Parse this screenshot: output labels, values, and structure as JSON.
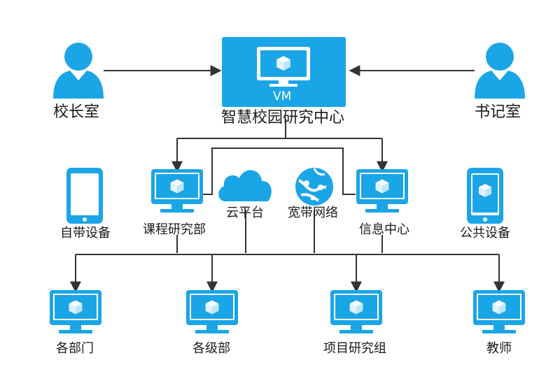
{
  "diagram": {
    "colors": {
      "accent": "#1aa5e6",
      "accent_dark": "#0f86c4",
      "line": "#333333",
      "text": "#1a1a1a"
    },
    "center": {
      "label": "智慧校园研究中心",
      "vm_label": "VM",
      "icon": "vm-server-icon"
    },
    "left_user": {
      "label": "校长室",
      "icon": "person-icon"
    },
    "right_user": {
      "label": "书记室",
      "icon": "person-icon"
    },
    "middle_row": [
      {
        "label": "自带设备",
        "icon": "mobile-phone-icon"
      },
      {
        "label": "课程研究部",
        "icon": "monitor-icon"
      },
      {
        "label": "云平台",
        "icon": "cloud-icon"
      },
      {
        "label": "宽带网络",
        "icon": "globe-network-icon"
      },
      {
        "label": "信息中心",
        "icon": "monitor-icon"
      },
      {
        "label": "公共设备",
        "icon": "mobile-phone-icon"
      }
    ],
    "bottom_row": [
      {
        "label": "各部门",
        "icon": "monitor-icon"
      },
      {
        "label": "各级部",
        "icon": "monitor-icon"
      },
      {
        "label": "项目研究组",
        "icon": "monitor-icon"
      },
      {
        "label": "教师",
        "icon": "monitor-icon"
      }
    ]
  }
}
